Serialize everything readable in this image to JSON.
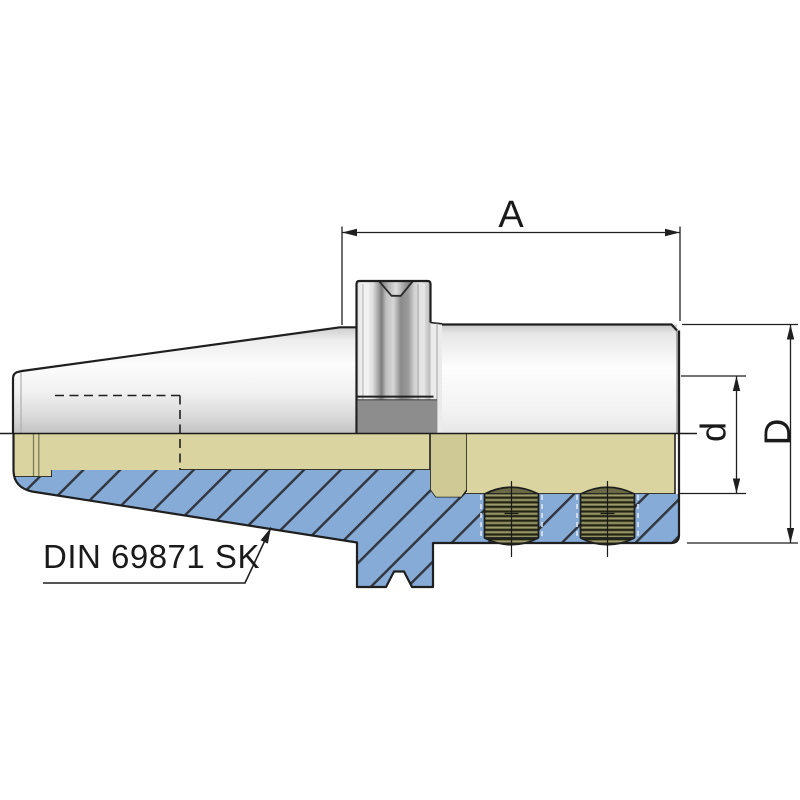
{
  "drawing": {
    "callout": {
      "label": "DIN 69871 SK"
    },
    "dimensions": {
      "length": {
        "label": "A"
      },
      "bore": {
        "label": "d"
      },
      "outer": {
        "label": "D"
      }
    },
    "colors": {
      "section_hatch_fill": "#87abd7",
      "hatch_line": "#30343c",
      "bore_fill": "#d9d4a0",
      "bore_step_fill": "#cfc996",
      "thread_fill": "#6e6e48",
      "thread_dark_line": "#232312",
      "flange_shadow": "#8d8d8d",
      "outline": "#1f1f1f",
      "background": "#ffffff"
    }
  }
}
